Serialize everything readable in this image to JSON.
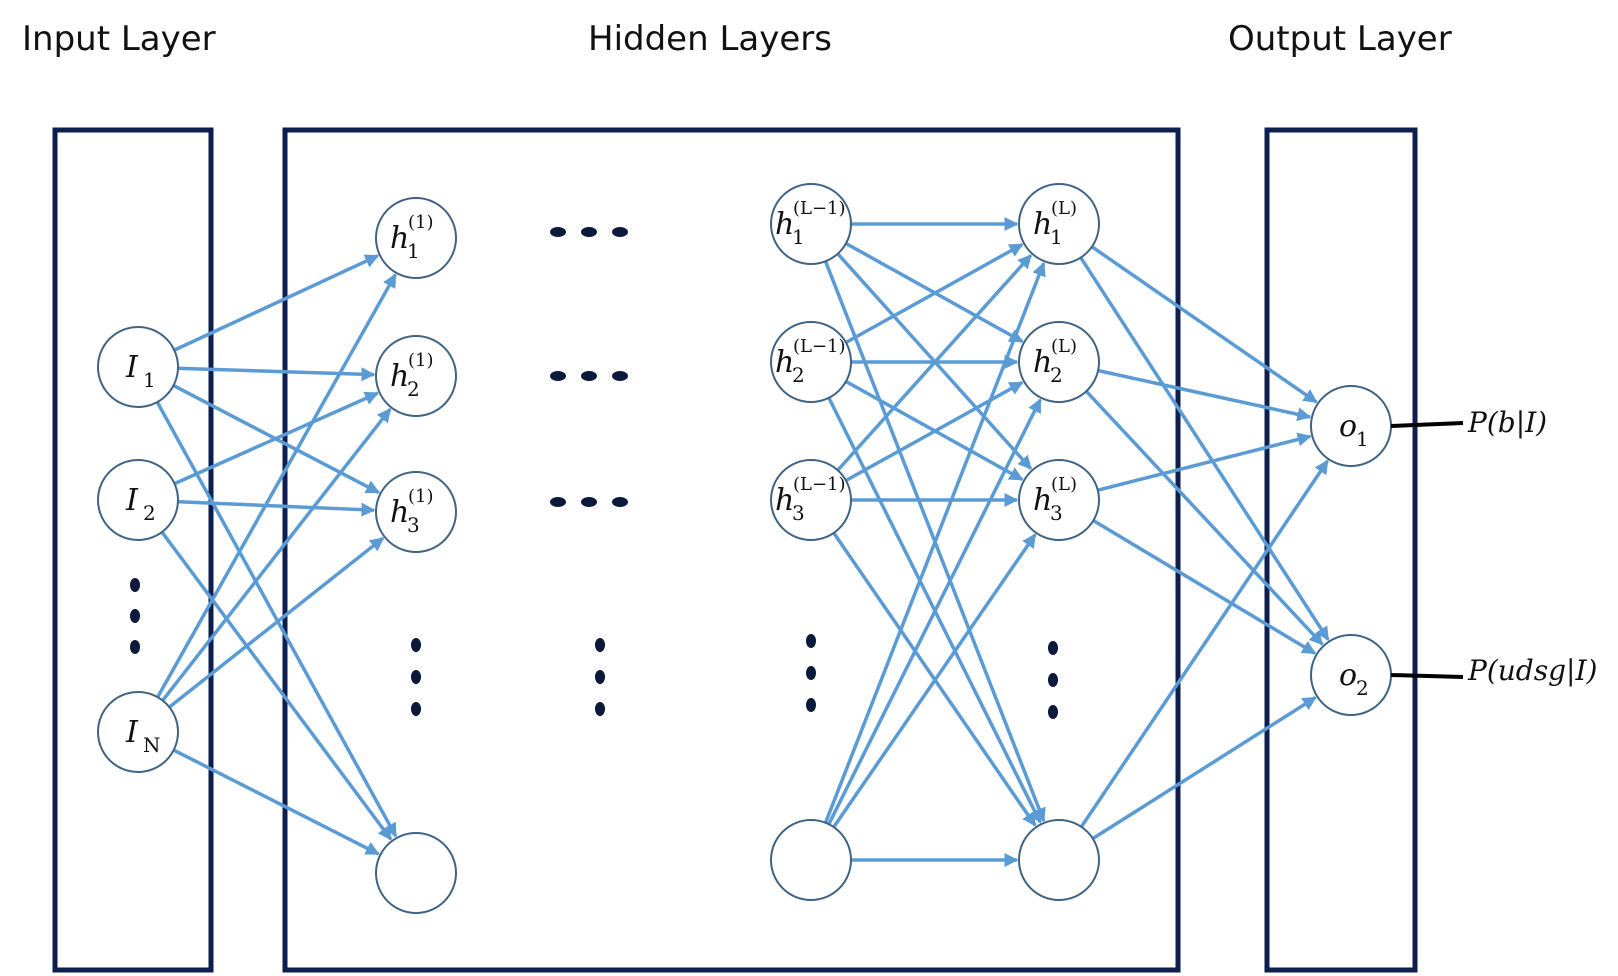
{
  "titles": {
    "input": "Input Layer",
    "hidden": "Hidden Layers",
    "output": "Output Layer"
  },
  "colors": {
    "frame": "#0d1f4e",
    "edge": "#5b9bd5",
    "node_stroke": "#3f6384",
    "dots": "#0b1a3a"
  },
  "nodes": {
    "i1": {
      "base": "I",
      "sub": "1",
      "sup": ""
    },
    "i2": {
      "base": "I",
      "sub": "2",
      "sup": ""
    },
    "iN": {
      "base": "I",
      "sub": "N",
      "sup": ""
    },
    "h1a": {
      "base": "h",
      "sub": "1",
      "sup": "(1)"
    },
    "h1b": {
      "base": "h",
      "sub": "2",
      "sup": "(1)"
    },
    "h1c": {
      "base": "h",
      "sub": "3",
      "sup": "(1)"
    },
    "h1d": {
      "base": "",
      "sub": "",
      "sup": ""
    },
    "hLa": {
      "base": "h",
      "sub": "1",
      "sup": "(L−1)"
    },
    "hLb": {
      "base": "h",
      "sub": "2",
      "sup": "(L−1)"
    },
    "hLc": {
      "base": "h",
      "sub": "3",
      "sup": "(L−1)"
    },
    "hLd": {
      "base": "",
      "sub": "",
      "sup": ""
    },
    "hMa": {
      "base": "h",
      "sub": "1",
      "sup": "(L)"
    },
    "hMb": {
      "base": "h",
      "sub": "2",
      "sup": "(L)"
    },
    "hMc": {
      "base": "h",
      "sub": "3",
      "sup": "(L)"
    },
    "hMd": {
      "base": "",
      "sub": "",
      "sup": ""
    },
    "o1": {
      "base": "o",
      "sub": "1",
      "sup": ""
    },
    "o2": {
      "base": "o",
      "sub": "2",
      "sup": ""
    }
  },
  "outputs": {
    "o1_prob": "P(b|I)",
    "o2_prob": "P(udsg|I)"
  },
  "edges": [
    [
      "i1",
      "h1a"
    ],
    [
      "i1",
      "h1b"
    ],
    [
      "i1",
      "h1c"
    ],
    [
      "i1",
      "h1d"
    ],
    [
      "i2",
      "h1b"
    ],
    [
      "i2",
      "h1c"
    ],
    [
      "i2",
      "h1d"
    ],
    [
      "iN",
      "h1a"
    ],
    [
      "iN",
      "h1b"
    ],
    [
      "iN",
      "h1c"
    ],
    [
      "iN",
      "h1d"
    ],
    [
      "hLa",
      "hMa"
    ],
    [
      "hLa",
      "hMb"
    ],
    [
      "hLa",
      "hMc"
    ],
    [
      "hLa",
      "hMd"
    ],
    [
      "hLb",
      "hMa"
    ],
    [
      "hLb",
      "hMb"
    ],
    [
      "hLb",
      "hMc"
    ],
    [
      "hLb",
      "hMd"
    ],
    [
      "hLc",
      "hMa"
    ],
    [
      "hLc",
      "hMb"
    ],
    [
      "hLc",
      "hMc"
    ],
    [
      "hLc",
      "hMd"
    ],
    [
      "hLd",
      "hMa"
    ],
    [
      "hLd",
      "hMb"
    ],
    [
      "hLd",
      "hMc"
    ],
    [
      "hLd",
      "hMd"
    ],
    [
      "hMa",
      "o1"
    ],
    [
      "hMa",
      "o2"
    ],
    [
      "hMb",
      "o1"
    ],
    [
      "hMb",
      "o2"
    ],
    [
      "hMc",
      "o1"
    ],
    [
      "hMc",
      "o2"
    ],
    [
      "hMd",
      "o1"
    ],
    [
      "hMd",
      "o2"
    ]
  ]
}
